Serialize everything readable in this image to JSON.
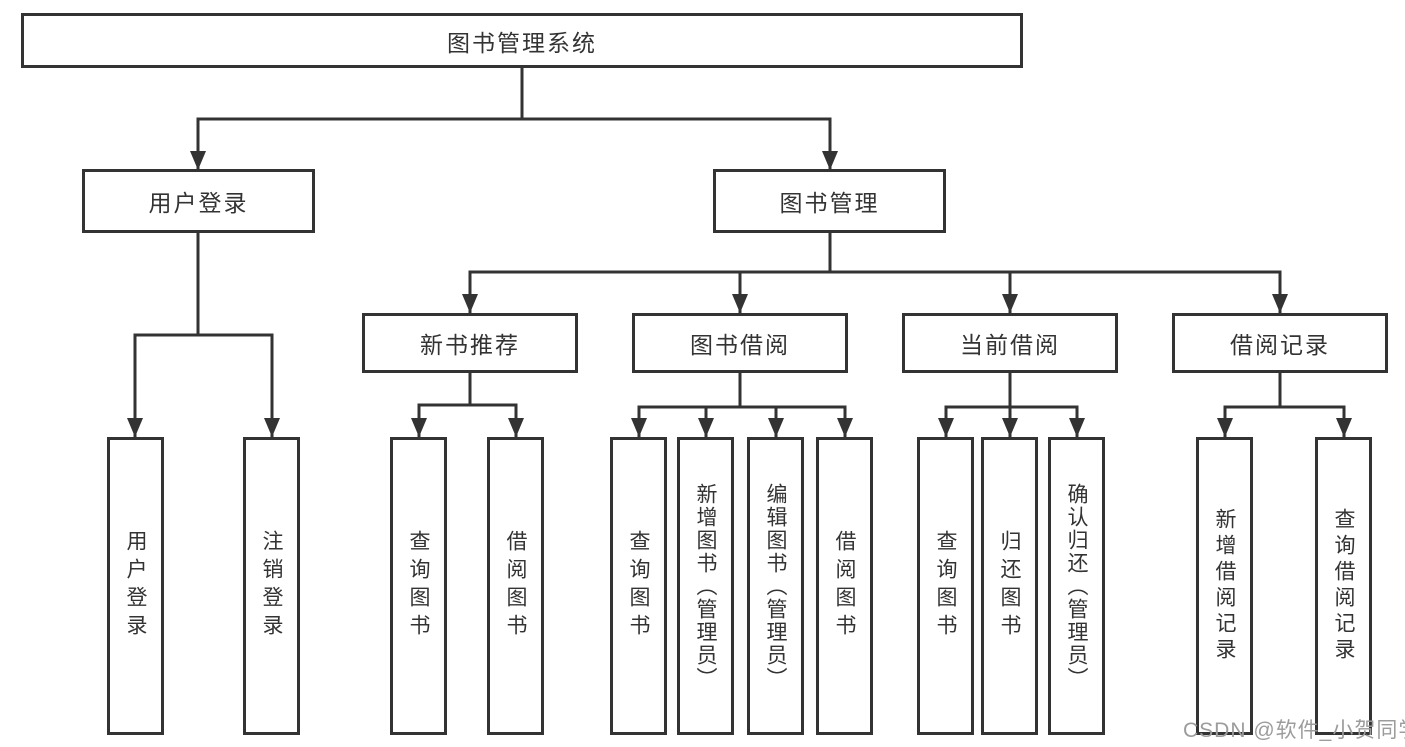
{
  "tree": {
    "root": {
      "label": "图书管理系统"
    },
    "branches": [
      {
        "label": "用户登录",
        "leaves": [
          {
            "label": "用户登录"
          },
          {
            "label": "注销登录"
          }
        ]
      },
      {
        "label": "图书管理",
        "groups": [
          {
            "label": "新书推荐",
            "leaves": [
              {
                "label": "查询图书"
              },
              {
                "label": "借阅图书"
              }
            ]
          },
          {
            "label": "图书借阅",
            "leaves": [
              {
                "label": "查询图书"
              },
              {
                "label": "新增图书（管理员）"
              },
              {
                "label": "编辑图书（管理员）"
              },
              {
                "label": "借阅图书"
              }
            ]
          },
          {
            "label": "当前借阅",
            "leaves": [
              {
                "label": "查询图书"
              },
              {
                "label": "归还图书"
              },
              {
                "label": "确认归还（管理员）"
              }
            ]
          },
          {
            "label": "借阅记录",
            "leaves": [
              {
                "label": "新增借阅记录"
              },
              {
                "label": "查询借阅记录"
              }
            ]
          }
        ]
      }
    ]
  },
  "watermark": {
    "text": "CSDN @软件_小贺同学",
    "color": "#9c9c9c"
  },
  "colors": {
    "line": "#333333",
    "box_border": "#333333",
    "text": "#333333",
    "background": "#ffffff"
  }
}
